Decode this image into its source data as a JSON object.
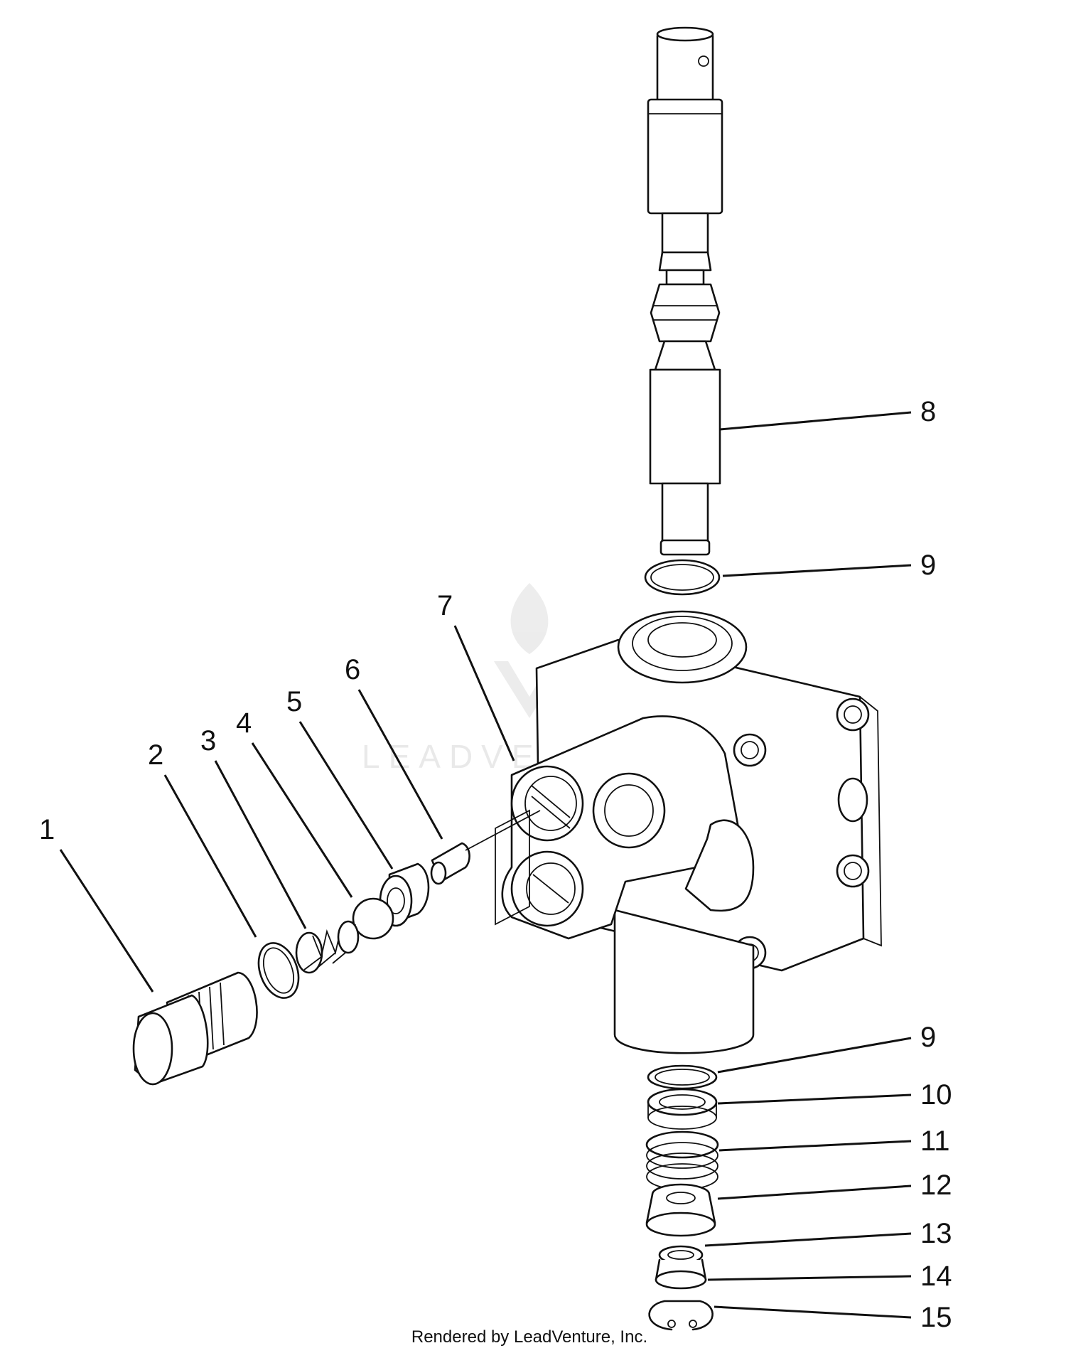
{
  "diagram": {
    "callouts": [
      {
        "id": "1",
        "label": "1"
      },
      {
        "id": "2",
        "label": "2"
      },
      {
        "id": "3",
        "label": "3"
      },
      {
        "id": "4",
        "label": "4"
      },
      {
        "id": "5",
        "label": "5"
      },
      {
        "id": "6",
        "label": "6"
      },
      {
        "id": "7",
        "label": "7"
      },
      {
        "id": "8",
        "label": "8"
      },
      {
        "id": "9a",
        "label": "9"
      },
      {
        "id": "9b",
        "label": "9"
      },
      {
        "id": "10",
        "label": "10"
      },
      {
        "id": "11",
        "label": "11"
      },
      {
        "id": "12",
        "label": "12"
      },
      {
        "id": "13",
        "label": "13"
      },
      {
        "id": "14",
        "label": "14"
      },
      {
        "id": "15",
        "label": "15"
      }
    ],
    "watermark": "LEADVENTURE",
    "footer": "Rendered by LeadVenture, Inc."
  }
}
